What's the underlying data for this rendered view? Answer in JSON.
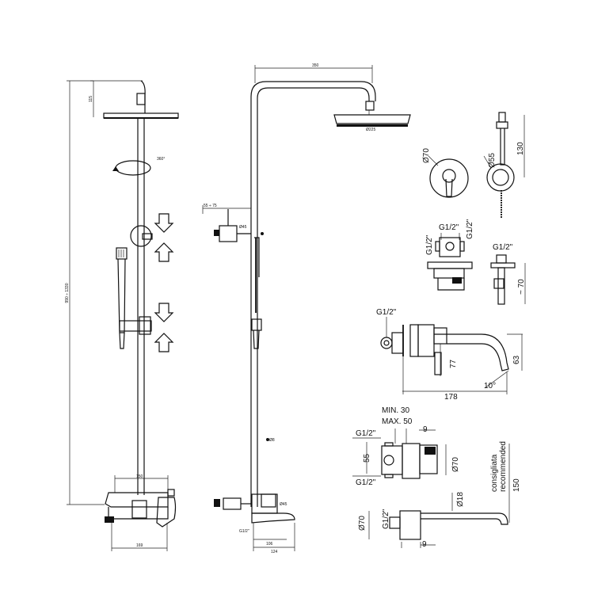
{
  "drawing": {
    "front_view": {
      "head_height": "115",
      "total_height": "990 ÷ 1330",
      "rotation": "360°",
      "bar_width": "150",
      "mixer_width": "169"
    },
    "side_view": {
      "arm_length": "350",
      "head_diameter": "Ø225",
      "support_range": "55 ÷ 75",
      "support_diameter": "Ø45",
      "hose_ref": "Ø8",
      "mixer_connection": "G1/2\"",
      "depth_a": "106",
      "depth_b": "124",
      "mixer_ref": "Ø45"
    },
    "details": {
      "rosette_diameter": "Ø70",
      "hand_outlet_diameter": "Ø55",
      "hand_outlet_height": "130",
      "connection_top": "G1/2\"",
      "connection_right": "G1/2\"",
      "connection_left": "G1/2\"",
      "connection_far": "G1/2\"",
      "approx_depth": "~ 70"
    },
    "wall_mixer": {
      "connection": "G1/2\"",
      "height_77": "77",
      "height_63": "63",
      "angle": "10°",
      "length": "178"
    },
    "built_in": {
      "min": "MIN. 30",
      "max": "MAX. 50",
      "nine_top": "9",
      "connection_upper": "G1/2\"",
      "connection_lower": "G1/2\"",
      "width_55": "55",
      "rosette": "Ø70",
      "recommended": "consigliata\nrecommended",
      "length_150": "150",
      "spout_diameter": "Ø18",
      "connection_bottom": "G1/2\"",
      "plate_diameter": "Ø70",
      "nine_bottom": "9"
    }
  }
}
